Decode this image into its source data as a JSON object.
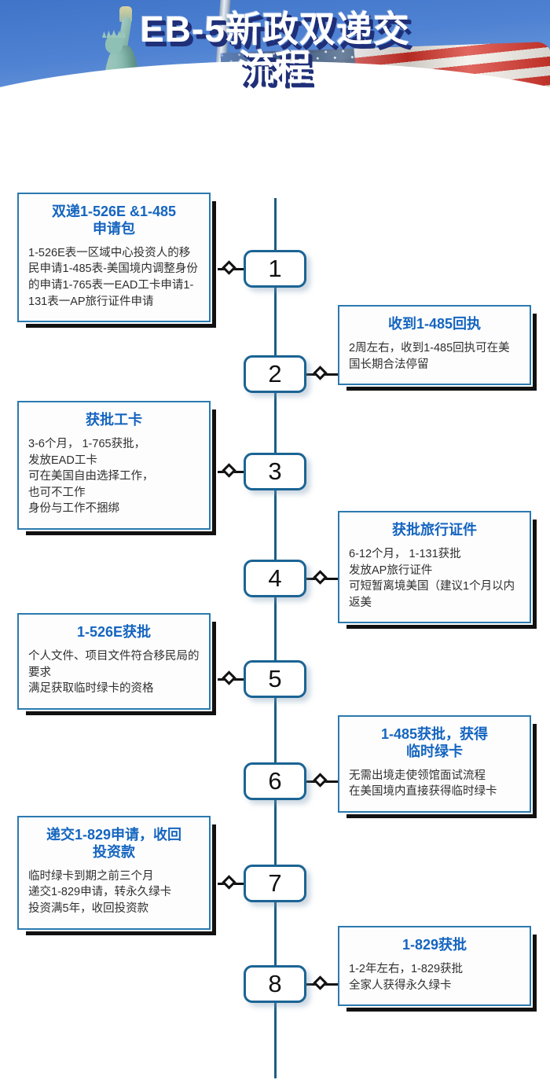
{
  "header": {
    "title_line1": "EB-5新政双递交",
    "title_line2": "流程",
    "icons": {
      "statue": "statue-of-liberty-icon",
      "flag": "american-flag-icon"
    }
  },
  "flow": {
    "steps": [
      {
        "number": "1",
        "side": "left",
        "title": "双递1-526E &1-485\n申请包",
        "body": "1-526E表一区域中心投资人的移民申请1-485表-美国境内调整身份的申请1-765表一EAD工卡申请1-131表一AP旅行证件申请"
      },
      {
        "number": "2",
        "side": "right",
        "title": "收到1-485回执",
        "body": "2周左右，收到1-485回执可在美国长期合法停留"
      },
      {
        "number": "3",
        "side": "left",
        "title": "获批工卡",
        "body": "3-6个月， 1-765获批，\n发放EAD工卡\n可在美国自由选择工作，\n也可不工作\n身份与工作不捆绑"
      },
      {
        "number": "4",
        "side": "right",
        "title": "获批旅行证件",
        "body": "6-12个月， 1-131获批\n发放AP旅行证件\n可短暂离境美国（建议1个月以内返美"
      },
      {
        "number": "5",
        "side": "left",
        "title": "1-526E获批",
        "body": "个人文件、项目文件符合移民局的要求\n满足获取临时绿卡的资格"
      },
      {
        "number": "6",
        "side": "right",
        "title": "1-485获批，获得\n临时绿卡",
        "body": "无需出境走使领馆面试流程\n在美国境内直接获得临时绿卡"
      },
      {
        "number": "7",
        "side": "left",
        "title": "递交1-829申请，收回\n投资款",
        "body": "临时绿卡到期之前三个月\n递交1-829申请，转永久绿卡\n投资满5年，收回投资款"
      },
      {
        "number": "8",
        "side": "right",
        "title": "1-829获批",
        "body": "1-2年左右，1-829获批\n全家人获得永久绿卡"
      }
    ]
  },
  "colors": {
    "header_sky": "#4f82d2",
    "title_text": "#ffffff",
    "title_shadow": "#1f2f78",
    "card_border": "#2b7ab0",
    "card_title": "#1565c0",
    "card_body": "#2f2f2f",
    "node_border": "#1b6494",
    "spine": "#1b5e86",
    "connector": "#111111",
    "curve_band": "#c7d2de"
  }
}
